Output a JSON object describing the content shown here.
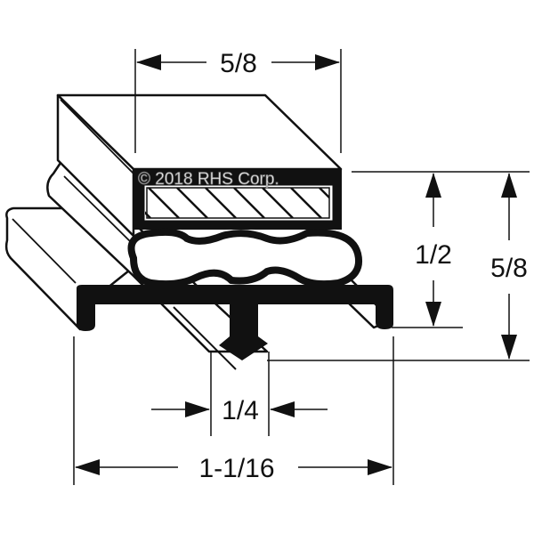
{
  "diagram": {
    "copyright": "© 2018 RHS Corp.",
    "dimensions": {
      "top_width": "5/8",
      "inner_height": "1/2",
      "overall_height": "5/8",
      "dart_width": "1/4",
      "base_width": "1-1/16"
    },
    "colors": {
      "line": "#111111",
      "background": "#ffffff"
    }
  }
}
